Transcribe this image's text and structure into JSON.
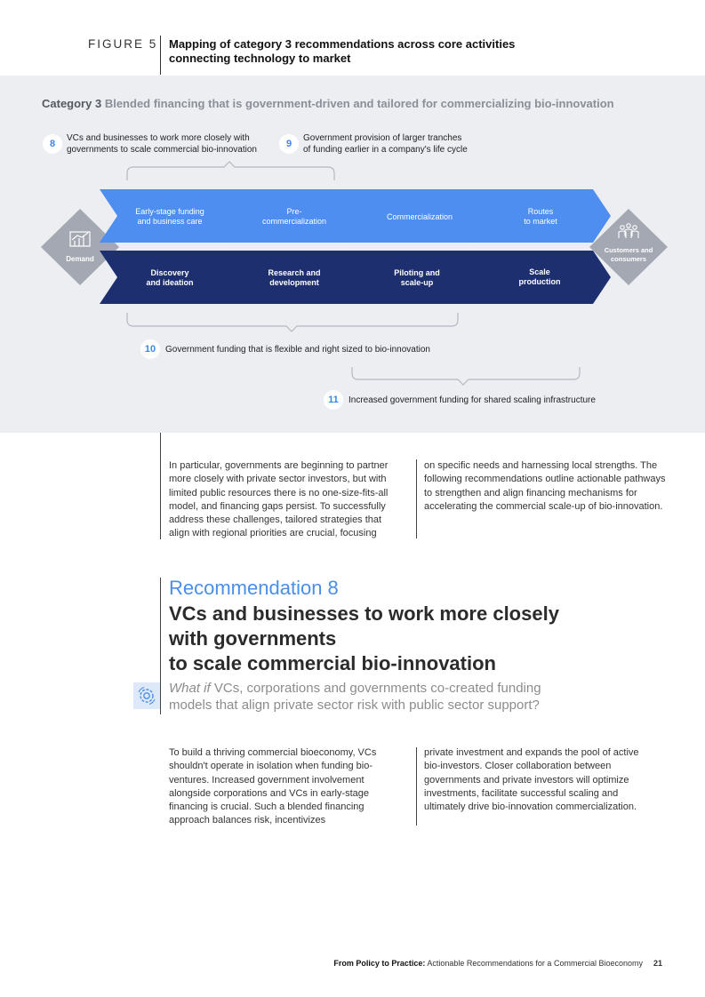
{
  "figure": {
    "label": "FIGURE 5",
    "title": "Mapping of category 3 recommendations across core activities connecting technology to market"
  },
  "category": {
    "number_label": "Category 3",
    "description": "Blended financing that is government-driven and tailored for commercializing bio-innovation"
  },
  "diagram_recs": [
    {
      "num": "8",
      "text_line1": "VCs and businesses to work more closely with",
      "text_line2": "governments to scale commercial bio-innovation"
    },
    {
      "num": "9",
      "text_line1": "Government provision of larger tranches",
      "text_line2": "of funding earlier in a company's life cycle"
    },
    {
      "num": "10",
      "text": "Government funding that is flexible and right sized to bio-innovation"
    },
    {
      "num": "11",
      "text": "Increased government funding for shared scaling infrastructure"
    }
  ],
  "diagram": {
    "demand_label": "Demand",
    "customers_label_line1": "Customers and",
    "customers_label_line2": "consumers",
    "top_row": [
      {
        "l1": "Early-stage funding",
        "l2": "and business care"
      },
      {
        "l1": "Pre-",
        "l2": "commercialization"
      },
      {
        "l1": "Commercialization",
        "l2": ""
      },
      {
        "l1": "Routes",
        "l2": "to market"
      }
    ],
    "bottom_row": [
      {
        "l1": "Discovery",
        "l2": "and ideation"
      },
      {
        "l1": "Research and",
        "l2": "development"
      },
      {
        "l1": "Piloting and",
        "l2": "scale-up"
      },
      {
        "l1": "Scale",
        "l2": "production"
      }
    ],
    "colors": {
      "top": "#4d8ef0",
      "bottom": "#1d2f6e",
      "diamond": "#a3a8b2",
      "panel": "#eceef2"
    }
  },
  "intro": {
    "col1": "In particular, governments are beginning to partner more closely with private sector investors, but with limited public resources there is no one-size-fits-all model, and financing gaps persist. To successfully address these challenges, tailored strategies that align with regional priorities are crucial, focusing",
    "col2": "on specific needs and harnessing local strengths. The following recommendations outline actionable pathways to strengthen and align financing mechanisms for accelerating the commercial scale-up of bio-innovation."
  },
  "recommendation": {
    "kicker": "Recommendation 8",
    "title_line1": "VCs and businesses to work more closely",
    "title_line2": "with governments",
    "title_line3": "to scale commercial bio-innovation",
    "whatif_em": "What if",
    "whatif_rest": " VCs, corporations and governments co-created funding models that align private sector risk with public sector support?",
    "body_col1": "To build a thriving commercial bioeconomy, VCs shouldn't operate in isolation when funding bio-ventures. Increased government involvement alongside corporations and VCs in early-stage financing is crucial. Such a blended financing approach balances risk, incentivizes",
    "body_col2": "private investment and expands the pool of active bio-investors. Closer collaboration between governments and private investors will optimize investments, facilitate successful scaling and ultimately drive bio-innovation commercialization."
  },
  "footer": {
    "title_bold": "From Policy to Practice:",
    "title_rest": " Actionable Recommendations for a Commercial Bioeconomy",
    "page": "21"
  }
}
